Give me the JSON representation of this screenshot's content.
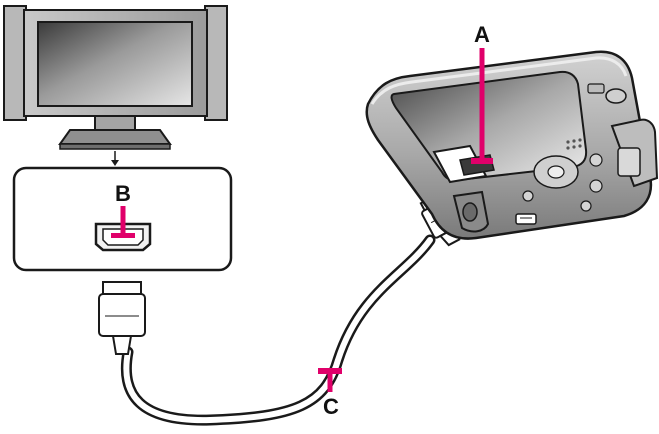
{
  "labels": {
    "a": "A",
    "b": "B",
    "c": "C"
  },
  "colors": {
    "callout_line": "#e0006a",
    "outline": "#1a1a1a",
    "tv_screen_dark": "#2a2a2a",
    "tv_screen_light": "#cfcfcf",
    "camera_body": "#9a9a9a",
    "cable": "#ffffff"
  }
}
